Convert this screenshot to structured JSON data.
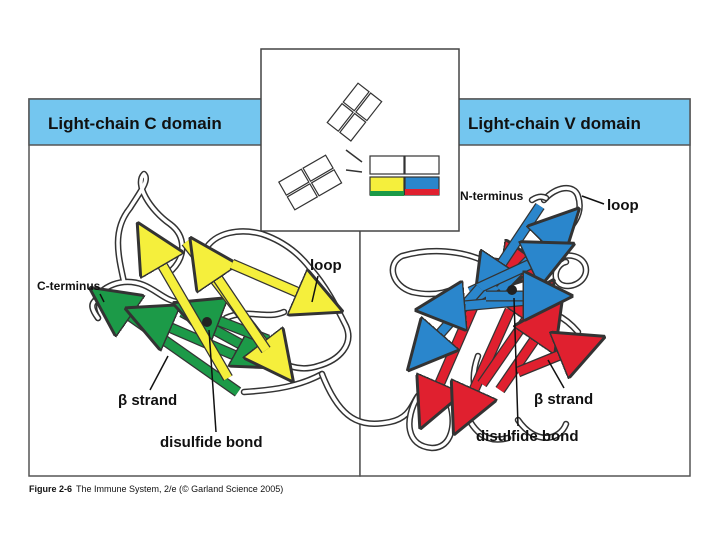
{
  "headers": {
    "left": "Light-chain C domain",
    "right": "Light-chain V domain"
  },
  "labels": {
    "c_terminus": "C-terminus",
    "n_terminus": "N-terminus",
    "loop_left": "loop",
    "loop_right": "loop",
    "beta_strand_left": "β strand",
    "beta_strand_right": "β strand",
    "disulfide_left": "disulfide bond",
    "disulfide_right": "disulfide bond"
  },
  "caption": {
    "figure_number": "Figure 2-6",
    "text": "The Immune System, 2/e (© Garland Science 2005)"
  },
  "colors": {
    "header_bg": "#74c6ef",
    "yellow_strand": "#f5ef3c",
    "green_strand": "#1c9a48",
    "blue_strand": "#2a86cc",
    "red_strand": "#e0202f",
    "coil": "#ffffff",
    "outline": "#333333"
  }
}
